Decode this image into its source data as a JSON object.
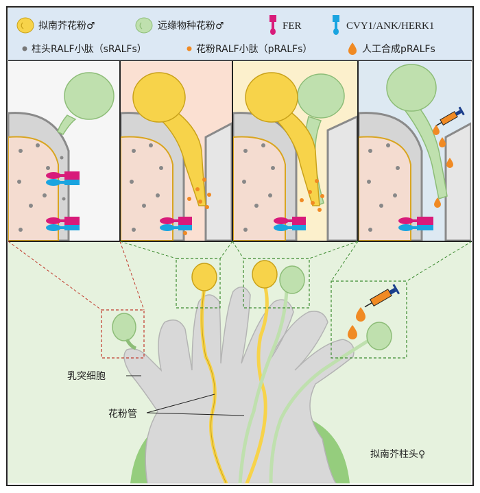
{
  "legend": {
    "row1": [
      {
        "icon": "arabidopsis-pollen-icon",
        "label": "拟南芥花粉♂"
      },
      {
        "icon": "distant-species-pollen-icon",
        "label": "远缘物种花粉♂"
      },
      {
        "icon": "fer-receptor-icon",
        "label": "FER"
      },
      {
        "icon": "cvy1-receptor-icon",
        "label": "CVY1/ANK/HERK1"
      }
    ],
    "row2": [
      {
        "icon": "srALF-dot-icon",
        "label": "柱头RALF小肽（sRALFs）"
      },
      {
        "icon": "prALF-dot-icon",
        "label": "花粉RALF小肽（pRALFs）"
      },
      {
        "icon": "synthetic-pralf-drop-icon",
        "label": "人工合成pRALFs"
      }
    ]
  },
  "labels": {
    "papilla": "乳突细胞",
    "pollen_tube": "花粉管",
    "stigma": "拟南芥柱头♀"
  },
  "colors": {
    "arabidopsis_pollen": "#f7d34a",
    "distant_pollen": "#bfe0ae",
    "fer": "#d81b7a",
    "cvy1": "#1aa4e0",
    "sralf": "#777777",
    "pralf": "#f08a24",
    "legend_bg": "#dce8f4",
    "lower_bg": "#e6f2de",
    "papilla": "#d8d8d8",
    "stigma": "#95cd7d"
  }
}
